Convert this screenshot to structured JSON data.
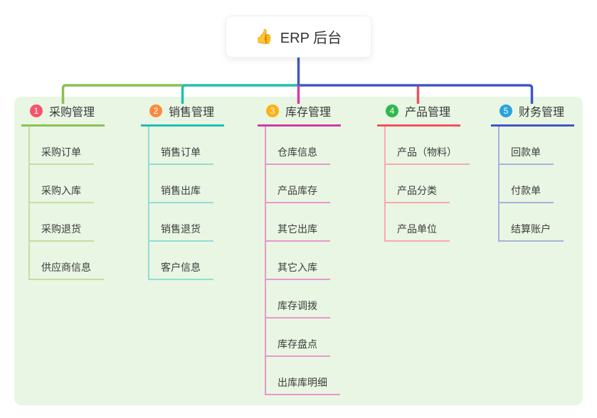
{
  "root": {
    "icon": "👍",
    "label": "ERP 后台"
  },
  "panel_bg": "#e8f6e3",
  "branches": [
    {
      "num": "1",
      "title": "采购管理",
      "color": "#8bc152",
      "light_color": "#c3dea0",
      "badge_color": "#f4556b",
      "items": [
        "采购订单",
        "采购入库",
        "采购退货",
        "供应商信息"
      ]
    },
    {
      "num": "2",
      "title": "销售管理",
      "color": "#1fbfb2",
      "light_color": "#92ddd5",
      "badge_color": "#fb8b3d",
      "items": [
        "销售订单",
        "销售出库",
        "销售退货",
        "客户信息"
      ]
    },
    {
      "num": "3",
      "title": "库存管理",
      "color": "#d23ca6",
      "light_color": "#eb96cc",
      "badge_color": "#fcb116",
      "items": [
        "仓库信息",
        "产品库存",
        "其它出库",
        "其它入库",
        "库存调拨",
        "库存盘点",
        "出库库明细"
      ]
    },
    {
      "num": "4",
      "title": "产品管理",
      "color": "#f3505d",
      "light_color": "#f9a9ae",
      "badge_color": "#2eb950",
      "items": [
        "产品（物料）",
        "产品分类",
        "产品单位"
      ]
    },
    {
      "num": "5",
      "title": "财务管理",
      "color": "#4156c5",
      "light_color": "#a6b2dd",
      "badge_color": "#2aa3df",
      "items": [
        "回款单",
        "付款单",
        "结算账户"
      ]
    }
  ]
}
